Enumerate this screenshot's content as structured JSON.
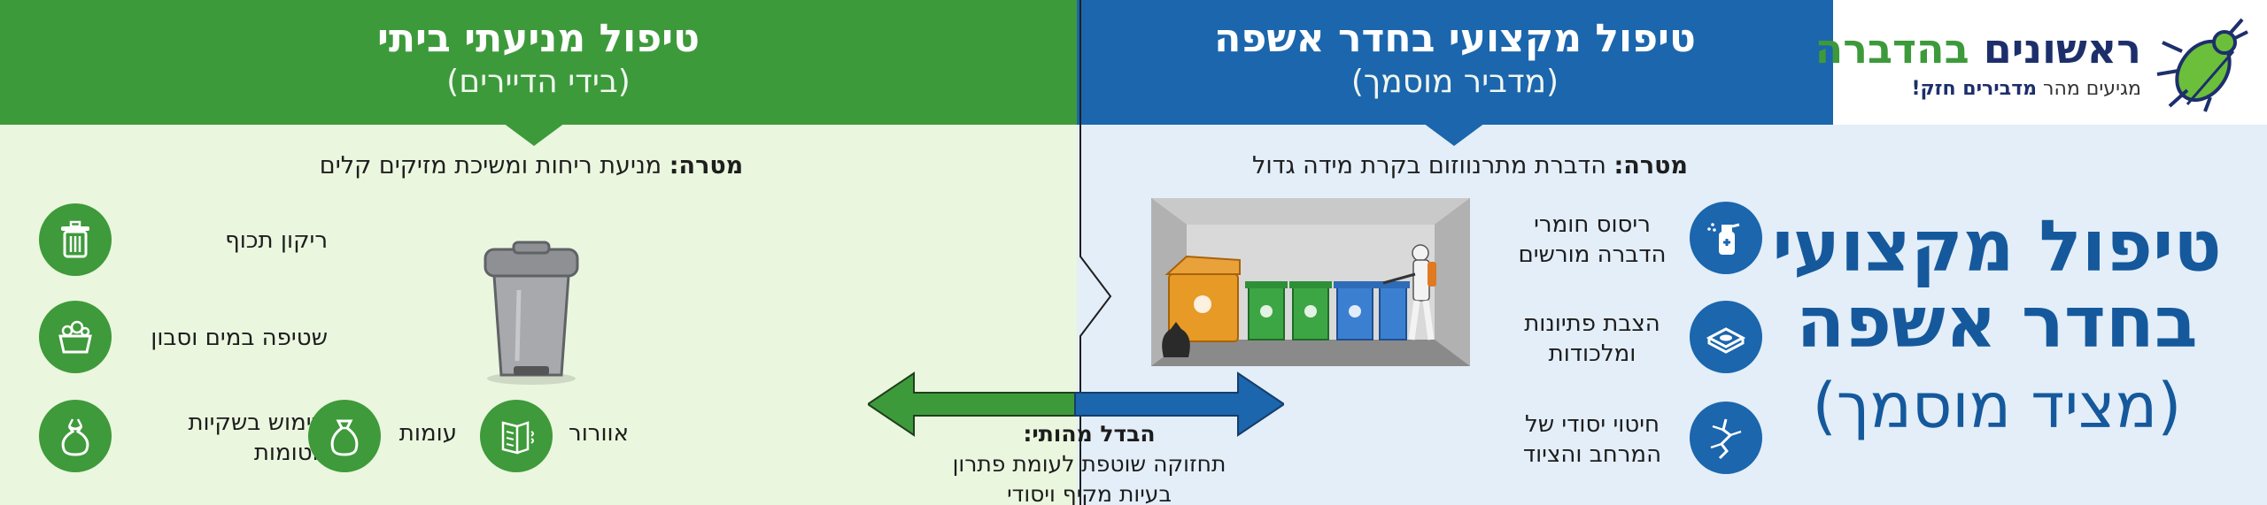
{
  "home": {
    "title": "טיפול מניעתי ביתי",
    "subtitle": "(בידי הדיירים)",
    "goal_label": "מטרה:",
    "goal_text": "מניעת ריחות ומשיכת מזיקים קלים",
    "items": [
      {
        "label": "ריקון תכוף",
        "icon": "trash-can-icon"
      },
      {
        "label": "שטיפה במים וסבון",
        "icon": "soap-bucket-icon"
      },
      {
        "label": "שימוש בשקיות",
        "label2": "אטומות",
        "icon": "garbage-bag-icon"
      },
      {
        "label": "עומות",
        "icon": "sack-icon"
      },
      {
        "label": "אוורור",
        "icon": "ventilation-icon"
      }
    ]
  },
  "pro": {
    "title": "טיפול מקצועי בחדר אשפה",
    "subtitle": "(מדביר מוסמך)",
    "goal_label": "מטרה:",
    "goal_text": "הדברת מתרנווזום בקרת מידה גדול",
    "items": [
      {
        "label": "ריסוס חומרי",
        "label2": "הדברה מורשים",
        "icon": "spray-bottle-icon"
      },
      {
        "label": "הצבת פתיונות",
        "label2": "ומלכודות",
        "icon": "bait-trap-icon"
      },
      {
        "label": "חיטוי יסודי של",
        "label2": "המרחב והציוד",
        "icon": "crack-disinfect-icon"
      }
    ],
    "big_title_line1": "טיפול מקצועי",
    "big_title_line2": "בחדר אשפה",
    "big_subtitle": "(מציד מוסמך)"
  },
  "logo": {
    "name_part1": "ראשונים",
    "name_part2": "בהדברה",
    "tagline_part1": "מגיעים מהר",
    "tagline_part2": "מדבירים חזק!",
    "icon": "bug-logo-icon"
  },
  "difference": {
    "title": "הבדל מהותי:",
    "line1": "תחזוקה שוטפת לעומת פתרון",
    "line2": "בעיות מקיף ויסודי"
  },
  "colors": {
    "home_green": "#3d9a3b",
    "home_bg": "#eaf6de",
    "pro_blue": "#1b66ad",
    "pro_bg": "#e3eef9",
    "title_blue": "#15599c"
  }
}
